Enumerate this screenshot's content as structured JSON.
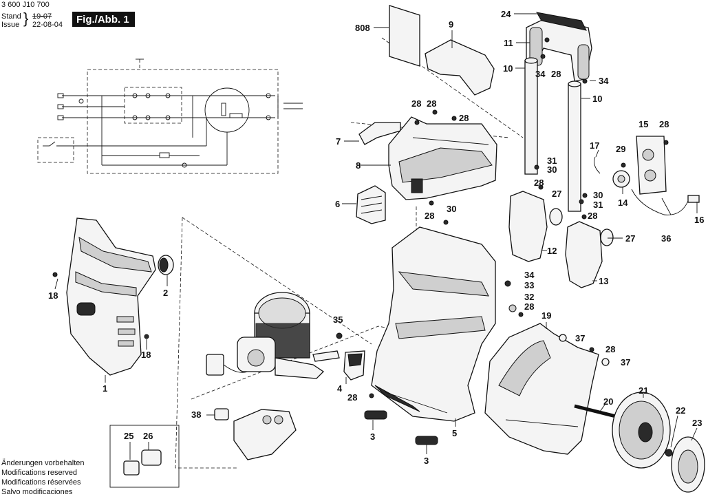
{
  "header": {
    "doc_number": "3 600 J10 700",
    "stand_label": "Stand",
    "stand_value": "19-07",
    "issue_label": "Issue",
    "issue_value": "22-08-04",
    "fig_label": "Fig./Abb. 1"
  },
  "footer": {
    "lines": [
      "Änderungen vorbehalten",
      "Modifications reserved",
      "Modifications réservées",
      "Salvo modificaciones"
    ]
  },
  "callouts": {
    "p808": "808",
    "p9": "9",
    "p24": "24",
    "p11": "11",
    "p10a": "10",
    "p10b": "10",
    "p34a": "34",
    "p28a": "28",
    "p34b": "34",
    "p28b": "28",
    "p28c": "28",
    "p28d": "28",
    "p7": "7",
    "p8": "8",
    "p6": "6",
    "p28e": "28",
    "p30a": "30",
    "p31a": "31",
    "p30b": "30",
    "p28f": "28",
    "p27a": "27",
    "p30c": "30",
    "p31b": "31",
    "p28g": "28",
    "p12": "12",
    "p27b": "27",
    "p15": "15",
    "p28h": "28",
    "p17": "17",
    "p29": "29",
    "p14": "14",
    "p16": "16",
    "p36": "36",
    "p13": "13",
    "p34c": "34",
    "p33": "33",
    "p32": "32",
    "p28i": "28",
    "p19": "19",
    "p37a": "37",
    "p28j": "28",
    "p37b": "37",
    "p18a": "18",
    "p18b": "18",
    "p2": "2",
    "p1": "1",
    "p35": "35",
    "p4": "4",
    "p28k": "28",
    "p3a": "3",
    "p3b": "3",
    "p5": "5",
    "p38": "38",
    "p25": "25",
    "p26": "26",
    "p20": "20",
    "p21": "21",
    "p22": "22",
    "p23": "23"
  }
}
